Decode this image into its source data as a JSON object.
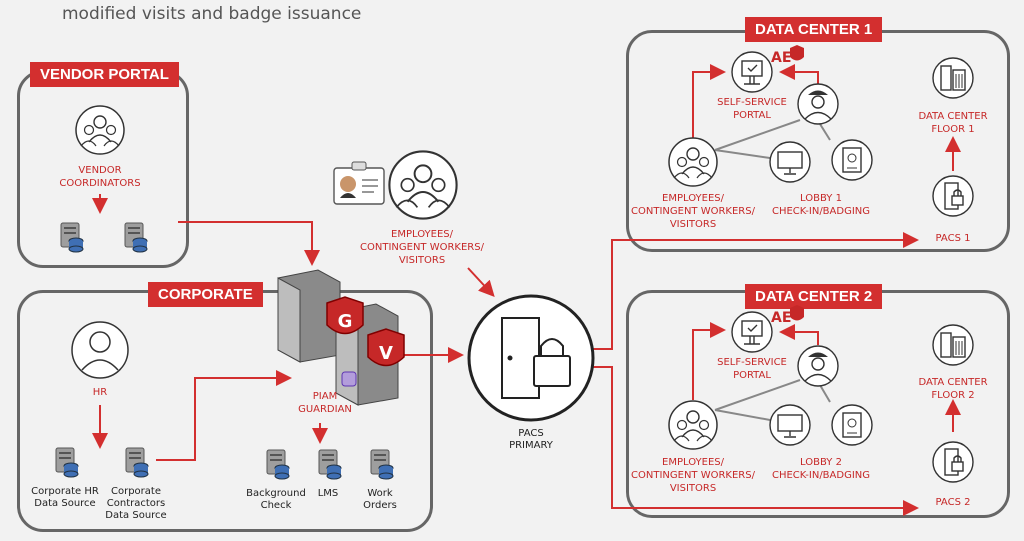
{
  "caption": "modified visits and badge issuance",
  "vendor_portal": {
    "title": "VENDOR PORTAL",
    "coordinators_label": "VENDOR\nCOORDINATORS"
  },
  "corporate": {
    "title": "CORPORATE",
    "hr_label": "HR",
    "hr_source_label": "Corporate HR\nData Source",
    "contractors_source_label": "Corporate\nContractors\nData Source",
    "piam_label": "PIAM\nGUARDIAN",
    "piam_badges": [
      "G",
      "V"
    ],
    "background_check_label": "Background\nCheck",
    "lms_label": "LMS",
    "work_orders_label": "Work\nOrders"
  },
  "center": {
    "visitors_label": "EMPLOYEES/\nCONTINGENT WORKERS/\nVISITORS",
    "pacs_label": "PACS\nPRIMARY"
  },
  "data_center_1": {
    "title": "DATA CENTER 1",
    "self_service_label": "SELF-SERVICE\nPORTAL",
    "ae_mark": "AE",
    "employees_label": "EMPLOYEES/\nCONTINGENT WORKERS/\nVISITORS",
    "lobby_label": "LOBBY 1\nCHECK-IN/BADGING",
    "floor_label": "DATA CENTER\nFLOOR 1",
    "pacs_label": "PACS 1"
  },
  "data_center_2": {
    "title": "DATA CENTER 2",
    "self_service_label": "SELF-SERVICE\nPORTAL",
    "ae_mark": "AE",
    "employees_label": "EMPLOYEES/\nCONTINGENT WORKERS/\nVISITORS",
    "lobby_label": "LOBBY 2\nCHECK-IN/BADGING",
    "floor_label": "DATA CENTER\nFLOOR 2",
    "pacs_label": "PACS 2"
  },
  "colors": {
    "accent": "#d32f2f",
    "border": "#666666",
    "background": "#f2f2f2"
  },
  "icons": [
    "people-icon",
    "database-icon",
    "server-icon",
    "shield-icon",
    "lock-door-icon",
    "id-badge-icon",
    "kiosk-icon",
    "guard-icon",
    "monitor-icon",
    "building-icon"
  ]
}
